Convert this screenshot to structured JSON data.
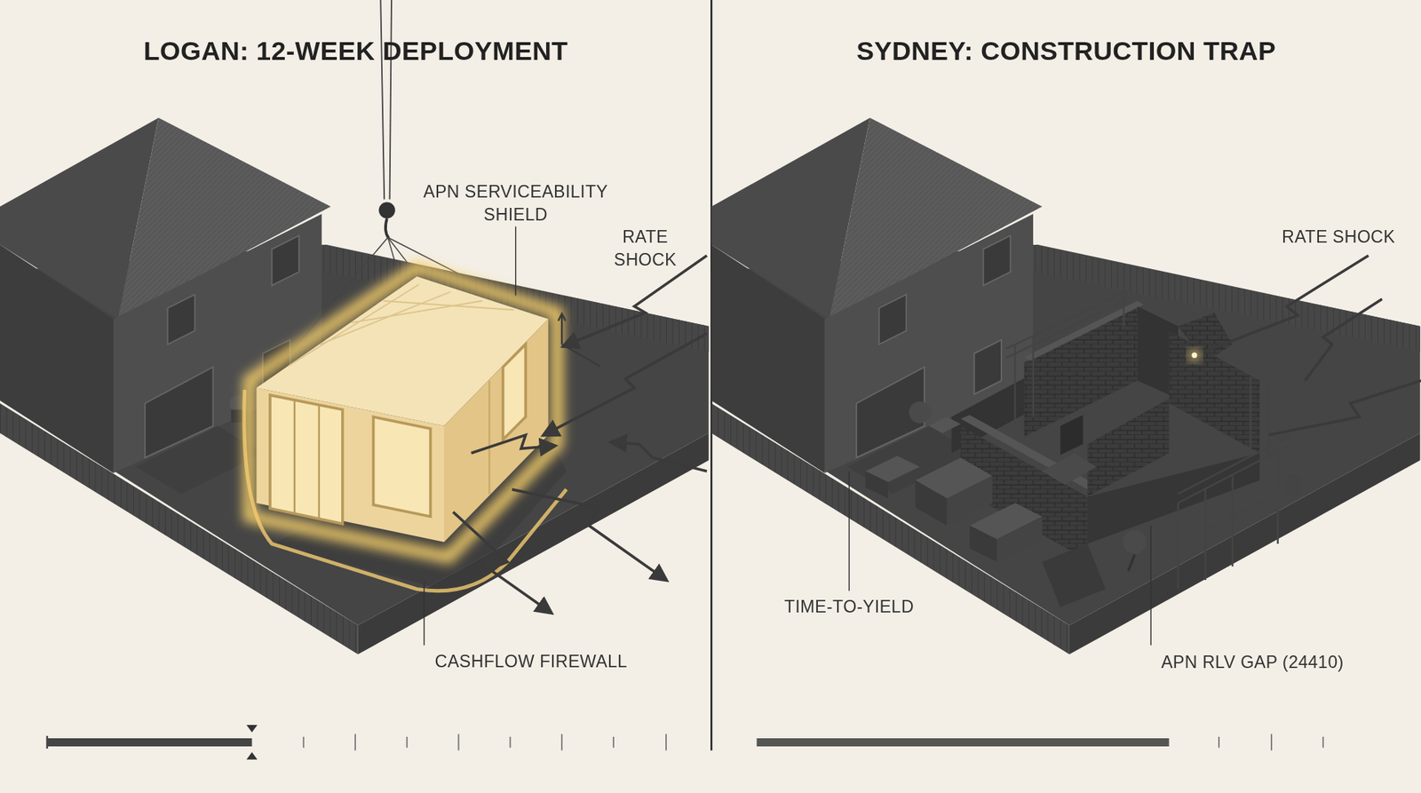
{
  "diagram": {
    "nodes": [
      {
        "text": [
          "LOGAN: 12-WEEK DEPLOYMENT"
        ]
      },
      {
        "text": [
          "SYDNEY: CONSTRUCTION TRAP"
        ]
      }
    ],
    "labels": [
      "APN SERVICEABILITY SHIELD",
      "RATE SHOCK",
      "CASHFLOW FIREWALL",
      "RATE SHOCK",
      "TIME-TO-YIELD",
      "APN RLV GAP (24410)"
    ]
  }
}
